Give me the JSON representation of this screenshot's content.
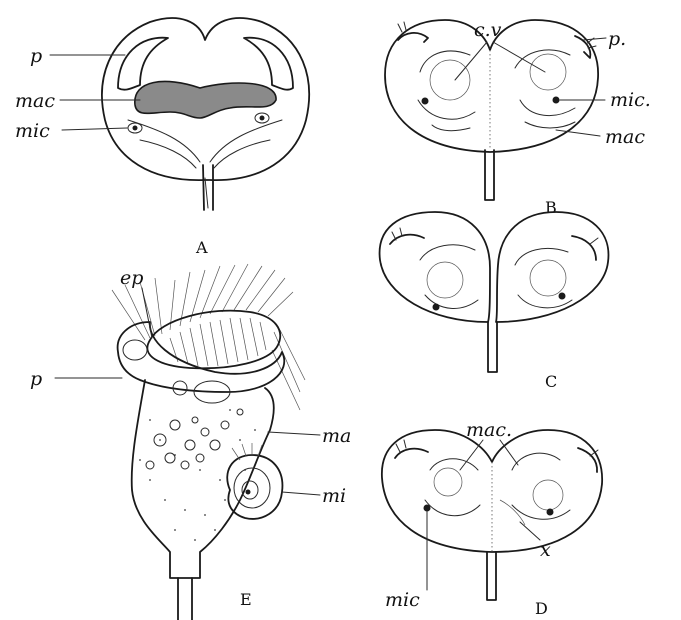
{
  "figure": {
    "panels": {
      "A": {
        "caption": "A",
        "labels": {
          "p": "p",
          "mac": "mac",
          "mic": "mic"
        }
      },
      "B": {
        "caption": "B",
        "labels": {
          "cv": "c.v",
          "p": "p.",
          "mic": "mic.",
          "mac": "mac"
        }
      },
      "C": {
        "caption": "C"
      },
      "D": {
        "caption": "D",
        "labels": {
          "mac": "mac.",
          "mic": "mic",
          "x": "x"
        }
      },
      "E": {
        "caption": "E",
        "labels": {
          "ep": "ep",
          "p": "p",
          "ma": "ma",
          "mi": "mi"
        }
      }
    },
    "ink_color": "#1a1a1a"
  }
}
